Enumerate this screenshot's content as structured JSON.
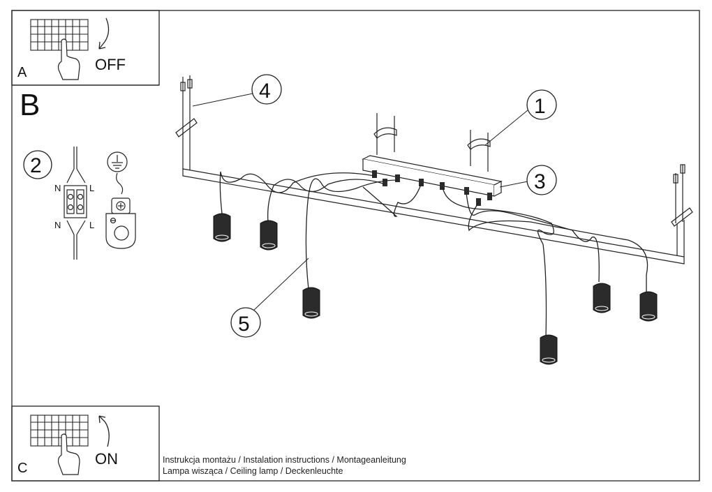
{
  "panels": {
    "a": {
      "letter": "A",
      "action": "OFF"
    },
    "b": {
      "letter": "B"
    },
    "c": {
      "letter": "C",
      "action": "ON"
    }
  },
  "wiring": {
    "step": "2",
    "terminal_labels": {
      "top_left": "N",
      "top_right": "L",
      "bottom_left": "N",
      "bottom_right": "L"
    },
    "ground_icon": "earth-ground-icon"
  },
  "callouts": [
    "1",
    "3",
    "4",
    "5"
  ],
  "footer": {
    "line1": "Instrukcja montażu / Instalation instructions / Montageanleitung",
    "line2": "Lampa wisząca / Ceiling lamp / Deckenleuchte"
  },
  "colors": {
    "line": "#222222",
    "background": "#ffffff",
    "lamp_shade": "#2b2b2b"
  }
}
